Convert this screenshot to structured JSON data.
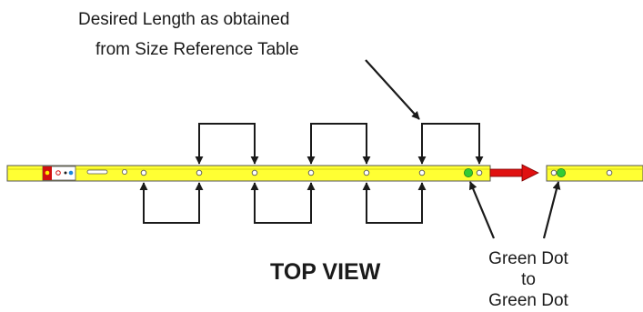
{
  "annotation_top": {
    "line1": "Desired Length as obtained",
    "line2": "from Size Reference Table"
  },
  "view_label": "TOP VIEW",
  "annotation_bottom": {
    "line1": "Green Dot",
    "line2": "to",
    "line3": "Green Dot"
  },
  "colors": {
    "rail": "#ffff33",
    "rail_border": "#555555",
    "hole": "#ffffff",
    "green_dot": "#33cc33",
    "arrow_red": "#e01010",
    "line": "#1a1a1a",
    "label_red": "#d01010"
  }
}
